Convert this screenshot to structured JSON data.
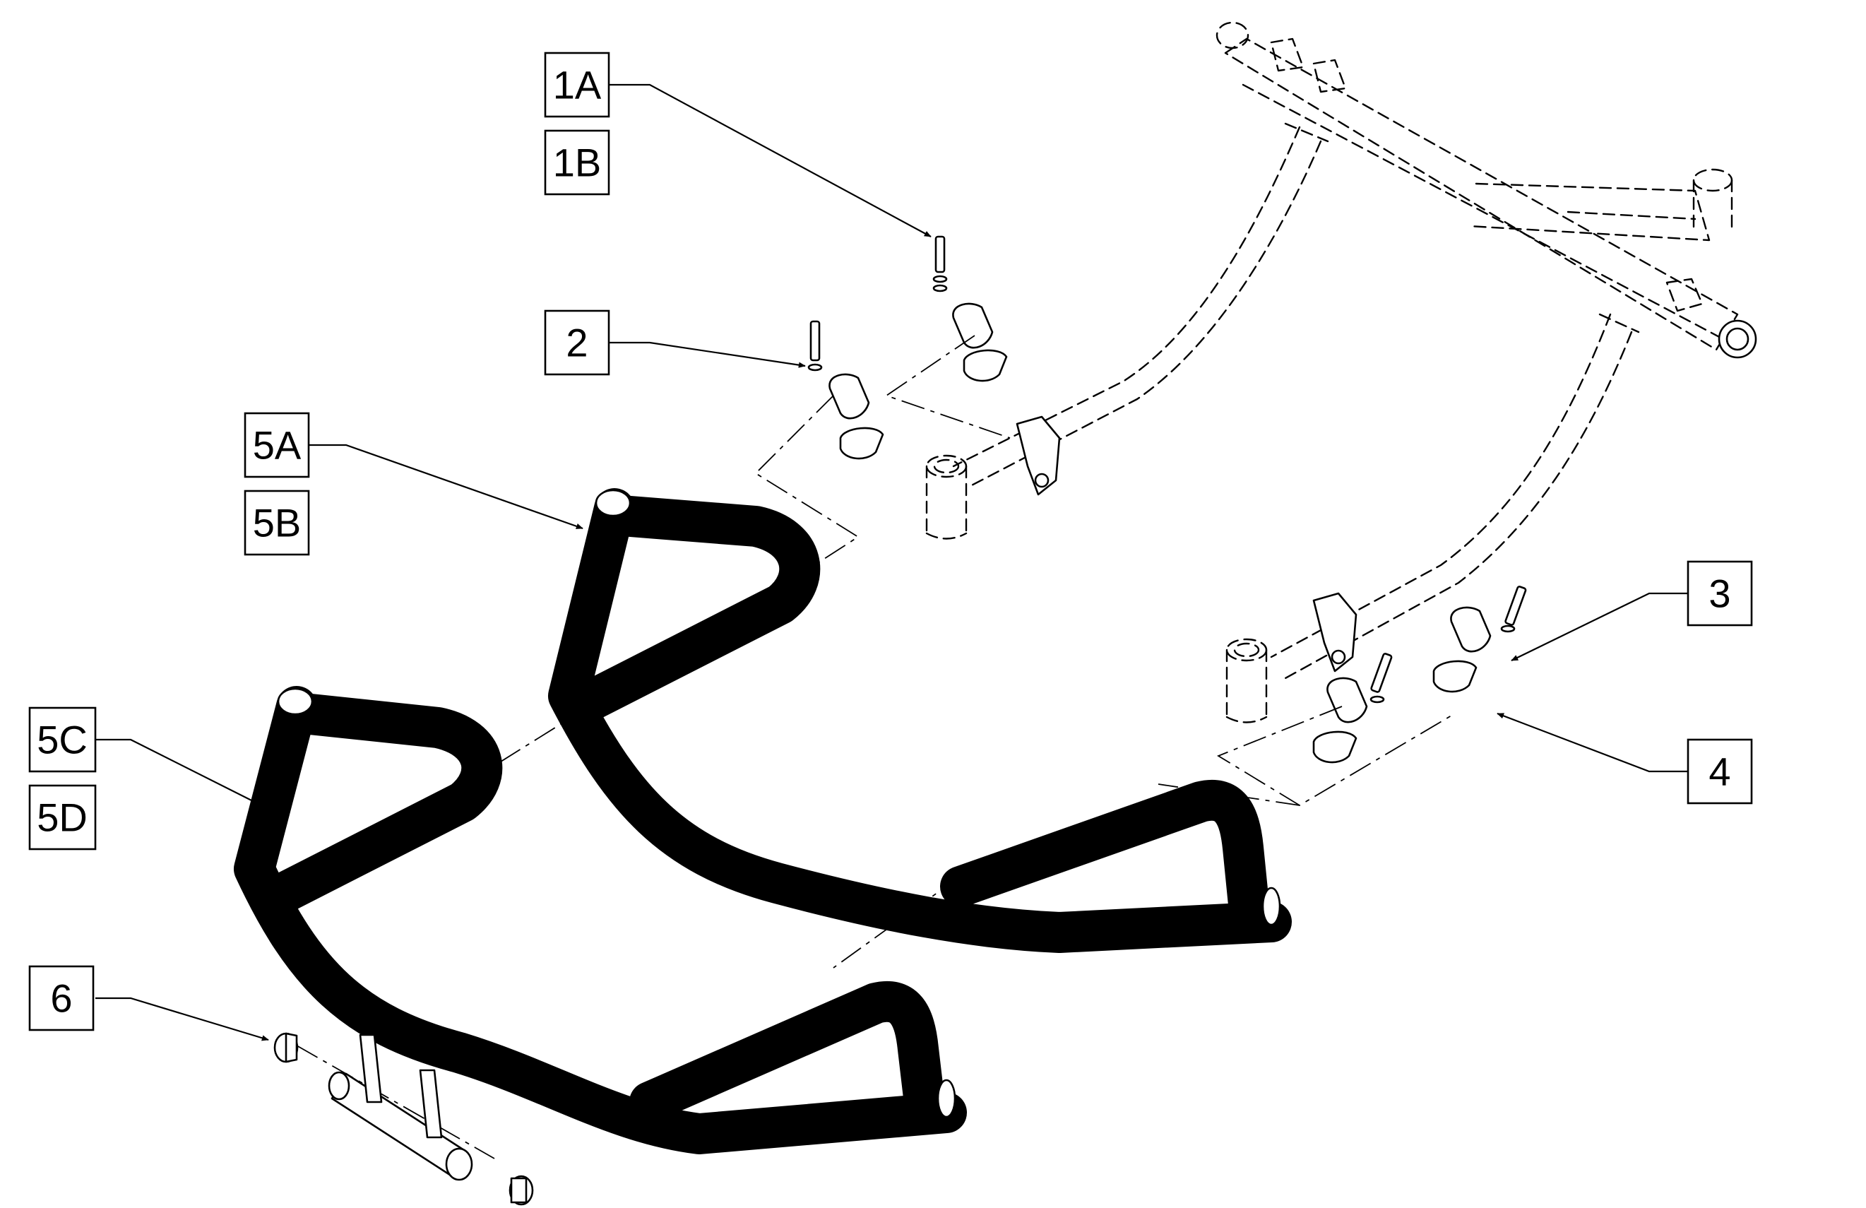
{
  "callouts": {
    "c1a": "1A",
    "c1b": "1B",
    "c2": "2",
    "c3": "3",
    "c4": "4",
    "c5a": "5A",
    "c5b": "5B",
    "c5c": "5C",
    "c5d": "5D",
    "c6": "6"
  },
  "colors": {
    "line": "#000000",
    "background": "#ffffff"
  }
}
